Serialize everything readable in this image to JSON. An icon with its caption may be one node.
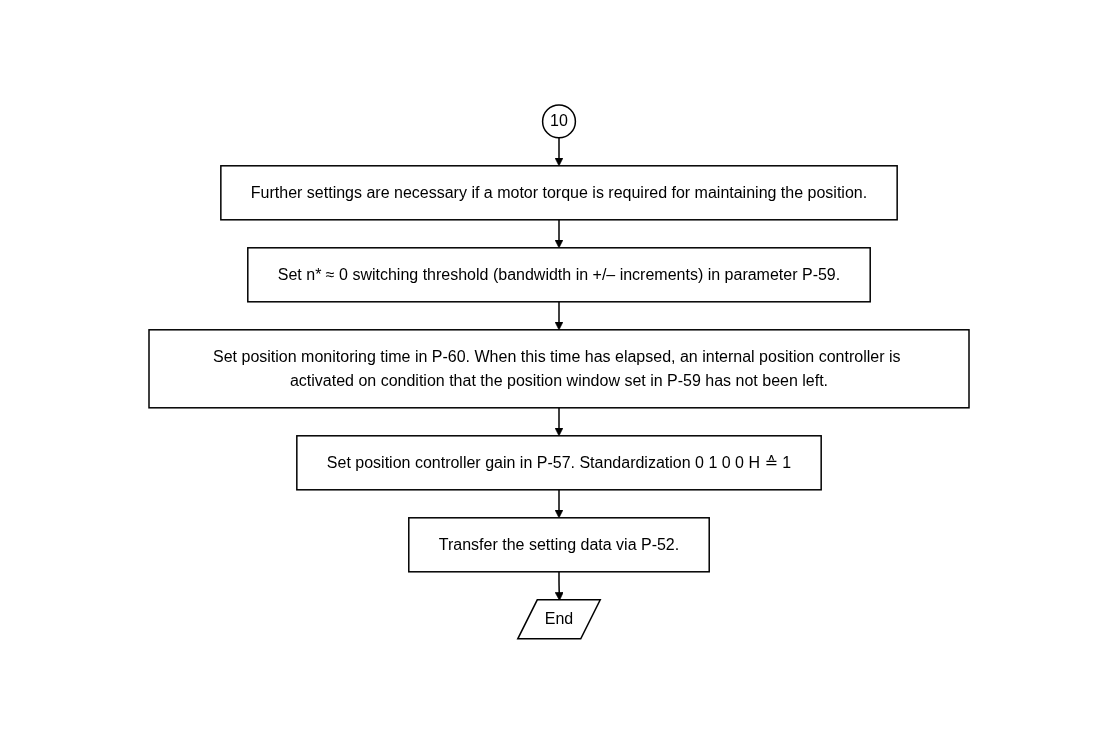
{
  "diagram": {
    "nodes": [
      {
        "text": [
          "10"
        ]
      },
      {
        "text": [
          "Further settings are necessary if a motor torque is required for maintaining the position."
        ]
      },
      {
        "text": [
          "Set n* ≈ 0 switching threshold (bandwidth in +/– increments) in parameter P-59."
        ]
      },
      {
        "text": [
          "Set position monitoring time in P-60. When this time has elapsed, an internal position controller is activated on condition that the position window set in P-59 has not been left."
        ]
      },
      {
        "text": [
          "Set position controller gain in P-57. Standardization 0 1 0 0 H ≙ 1"
        ]
      },
      {
        "text": [
          "Transfer the setting data via P-52."
        ]
      },
      {
        "text": [
          "End"
        ]
      }
    ],
    "edges": [
      {
        "from": 0,
        "to": 1,
        "arrow": "to"
      },
      {
        "from": 1,
        "to": 2,
        "arrow": "to"
      },
      {
        "from": 2,
        "to": 3,
        "arrow": "to"
      },
      {
        "from": 3,
        "to": 4,
        "arrow": "to"
      },
      {
        "from": 4,
        "to": 5,
        "arrow": "to"
      },
      {
        "from": 5,
        "to": 6,
        "arrow": "to"
      }
    ]
  }
}
